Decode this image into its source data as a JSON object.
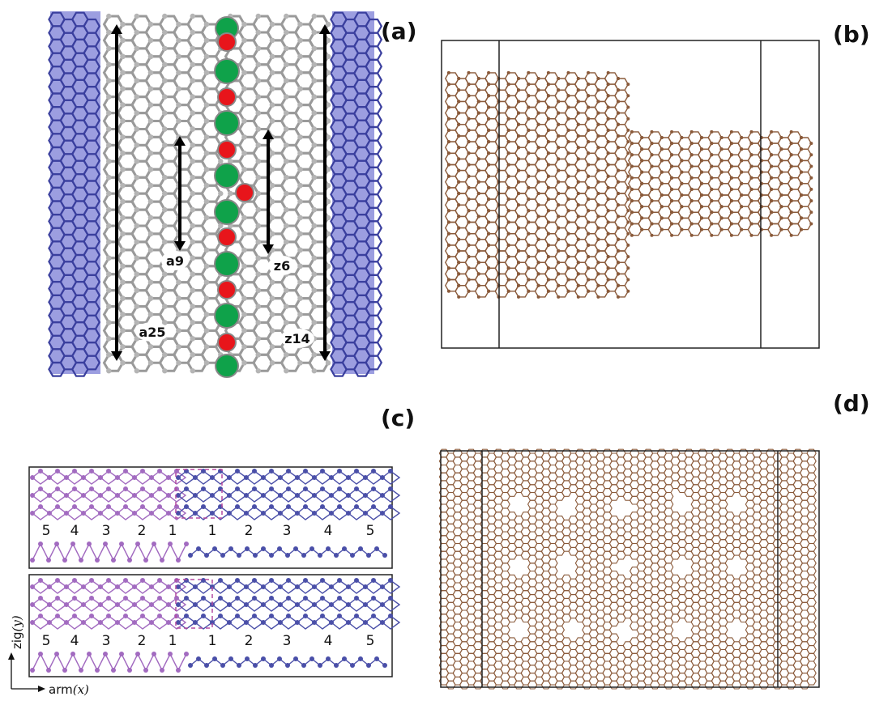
{
  "panels": {
    "a": {
      "label": "(a)",
      "lead_color": "#3a3f9e",
      "lead_band": "#9c9ee0",
      "center_atom_color": "#9a9a9a",
      "hydrogen_color": "#e6e6e6",
      "green_ring": "#0fa24a",
      "red_ring": "#e8151b",
      "markers": {
        "a9": "a9",
        "z6": "z6",
        "a25": "a25",
        "z14": "z14"
      }
    },
    "b": {
      "label": "(b)",
      "atom_color": "#8a5a3a",
      "hydrogen_color": "#f0d8d8"
    },
    "c": {
      "label": "(c)",
      "left_color": "#a26bc0",
      "right_color": "#4a4fa8",
      "top_numbers": [
        "5",
        "4",
        "3",
        "2",
        "1",
        "1",
        "2",
        "3",
        "4",
        "5"
      ],
      "bottom_numbers": [
        "5",
        "4",
        "3",
        "2",
        "1",
        "1",
        "2",
        "3",
        "4",
        "5"
      ],
      "axis_y_prefix": "zig",
      "axis_y_var": "(y)",
      "axis_x_prefix": "arm",
      "axis_x_var": "(x)"
    },
    "d": {
      "label": "(d)",
      "atom_color": "#8a5a3a"
    }
  }
}
